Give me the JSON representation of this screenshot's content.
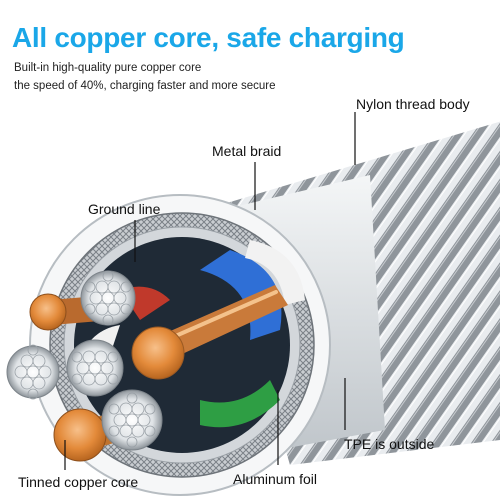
{
  "headline": "All copper core, safe charging",
  "subtext": [
    "Built-in high-quality pure copper core",
    "the speed of 40%, charging faster and more secure"
  ],
  "callouts": {
    "nylon": "Nylon thread body",
    "metal_braid": "Metal braid",
    "ground_line": "Ground line",
    "tpe": "TPE is outside",
    "tinned_copper": "Tinned copper core",
    "aluminum_foil": "Aluminum foil"
  },
  "colors": {
    "headline": "#1aa7e8",
    "copper": "#e38a3a",
    "jacket": "#ffffff",
    "braid": "#9aa0a6",
    "wire_blue": "#2f6fd6",
    "wire_red": "#c0392b",
    "wire_green": "#2e9e44"
  }
}
